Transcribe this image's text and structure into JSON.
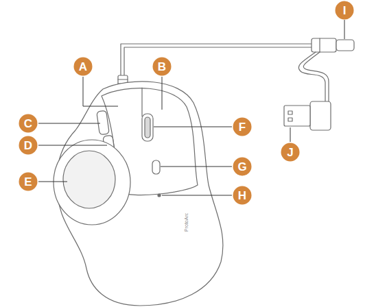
{
  "diagram": {
    "nodes": [
      {
        "text": [
          "I"
        ]
      },
      {
        "text": [
          "A"
        ]
      },
      {
        "text": [
          "B"
        ]
      },
      {
        "text": [
          "C"
        ]
      },
      {
        "text": [
          "F"
        ]
      },
      {
        "text": [
          "D"
        ]
      },
      {
        "text": [
          "J"
        ]
      },
      {
        "text": [
          "G"
        ]
      },
      {
        "text": [
          "E"
        ]
      },
      {
        "text": [
          "H"
        ]
      }
    ],
    "labels": [
      "ProtoArc"
    ]
  }
}
